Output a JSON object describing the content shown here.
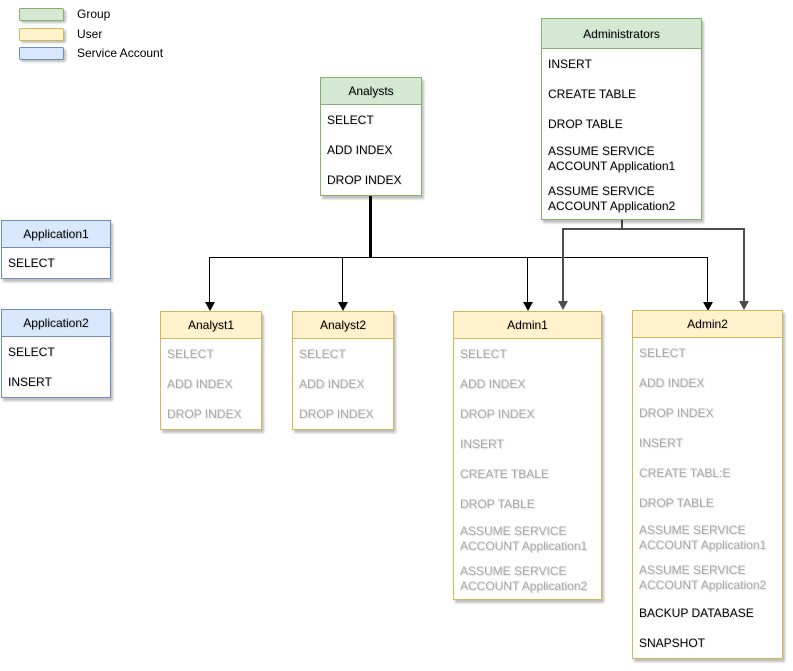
{
  "legend": {
    "items": [
      {
        "label": "Group",
        "type": "group",
        "fill": "#d5e8d4",
        "border": "#82b366"
      },
      {
        "label": "User",
        "type": "user",
        "fill": "#fff2cc",
        "border": "#d6b656"
      },
      {
        "label": "Service Account",
        "type": "service_account",
        "fill": "#dae8fc",
        "border": "#6c8ebf"
      }
    ]
  },
  "colors": {
    "group_fill": "#d5e8d4",
    "group_border": "#82b366",
    "user_fill": "#fff2cc",
    "user_border": "#d6b656",
    "service_account_fill": "#dae8fc",
    "service_account_border": "#6c8ebf",
    "active_text": "#000000",
    "inherited_text": "#a9a9a9",
    "analysts_edge": "#000000",
    "administrators_edge": "#4d4d4d"
  },
  "nodes": {
    "administrators": {
      "title": "Administrators",
      "kind": "group",
      "items": [
        {
          "text": "INSERT",
          "muted": false
        },
        {
          "text": "CREATE TABLE",
          "muted": false
        },
        {
          "text": "DROP TABLE",
          "muted": false
        },
        {
          "text": "ASSUME SERVICE ACCOUNT Application1",
          "muted": false
        },
        {
          "text": "ASSUME SERVICE ACCOUNT Application2",
          "muted": false
        }
      ]
    },
    "analysts": {
      "title": "Analysts",
      "kind": "group",
      "items": [
        {
          "text": "SELECT",
          "muted": false
        },
        {
          "text": "ADD INDEX",
          "muted": false
        },
        {
          "text": "DROP INDEX",
          "muted": false
        }
      ]
    },
    "application1": {
      "title": "Application1",
      "kind": "service_account",
      "items": [
        {
          "text": "SELECT",
          "muted": false
        }
      ]
    },
    "application2": {
      "title": "Application2",
      "kind": "service_account",
      "items": [
        {
          "text": "SELECT",
          "muted": false
        },
        {
          "text": "INSERT",
          "muted": false
        }
      ]
    },
    "analyst1": {
      "title": "Analyst1",
      "kind": "user",
      "items": [
        {
          "text": "SELECT",
          "muted": true
        },
        {
          "text": "ADD INDEX",
          "muted": true
        },
        {
          "text": "DROP INDEX",
          "muted": true
        }
      ]
    },
    "analyst2": {
      "title": "Analyst2",
      "kind": "user",
      "items": [
        {
          "text": "SELECT",
          "muted": true
        },
        {
          "text": "ADD INDEX",
          "muted": true
        },
        {
          "text": "DROP INDEX",
          "muted": true
        }
      ]
    },
    "admin1": {
      "title": "Admin1",
      "kind": "user",
      "items": [
        {
          "text": "SELECT",
          "muted": true
        },
        {
          "text": "ADD INDEX",
          "muted": true
        },
        {
          "text": "DROP INDEX",
          "muted": true
        },
        {
          "text": "INSERT",
          "muted": true
        },
        {
          "text": "CREATE TBALE",
          "muted": true
        },
        {
          "text": "DROP TABLE",
          "muted": true
        },
        {
          "text": "ASSUME SERVICE ACCOUNT Application1",
          "muted": true
        },
        {
          "text": "ASSUME SERVICE ACCOUNT Application2",
          "muted": true
        }
      ]
    },
    "admin2": {
      "title": "Admin2",
      "kind": "user",
      "items": [
        {
          "text": "SELECT",
          "muted": true
        },
        {
          "text": "ADD INDEX",
          "muted": true
        },
        {
          "text": "DROP INDEX",
          "muted": true
        },
        {
          "text": "INSERT",
          "muted": true
        },
        {
          "text": "CREATE TABL:E",
          "muted": true
        },
        {
          "text": "DROP TABLE",
          "muted": true
        },
        {
          "text": "ASSUME SERVICE ACCOUNT Application1",
          "muted": true
        },
        {
          "text": "ASSUME SERVICE ACCOUNT Application2",
          "muted": true
        },
        {
          "text": "BACKUP DATABASE",
          "muted": false
        },
        {
          "text": "SNAPSHOT",
          "muted": false
        }
      ]
    }
  },
  "edges": [
    {
      "from": "analysts",
      "to": "analyst1"
    },
    {
      "from": "analysts",
      "to": "analyst2"
    },
    {
      "from": "analysts",
      "to": "admin1"
    },
    {
      "from": "analysts",
      "to": "admin2"
    },
    {
      "from": "administrators",
      "to": "admin1"
    },
    {
      "from": "administrators",
      "to": "admin2"
    }
  ]
}
